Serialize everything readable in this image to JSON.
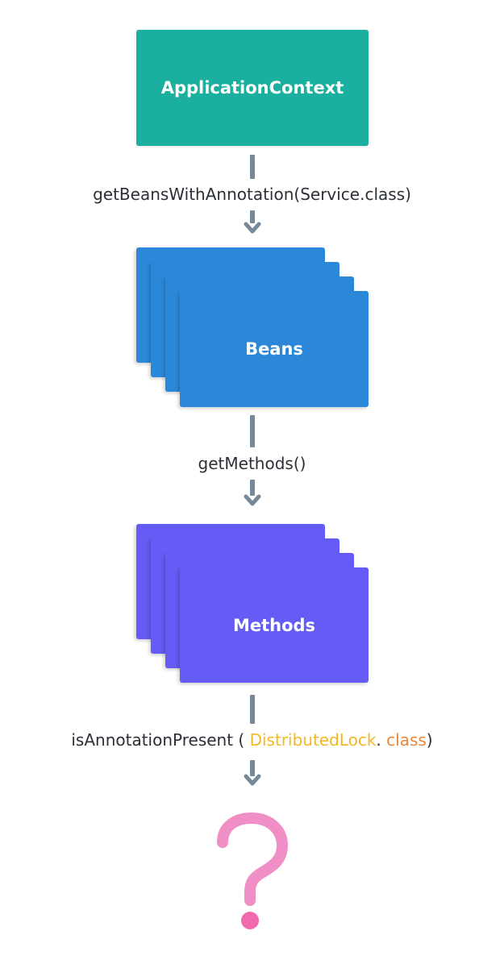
{
  "nodes": {
    "application_context": {
      "label": "ApplicationContext",
      "color": "#1aaf9e"
    },
    "beans": {
      "label": "Beans",
      "color": "#2b88d8",
      "stacked": true
    },
    "methods": {
      "label": "Methods",
      "color": "#655cf5",
      "stacked": true
    },
    "result": {
      "label": "?",
      "color": "#f08ec6",
      "dot_color": "#f26aae"
    }
  },
  "edges": [
    {
      "from": "application_context",
      "to": "beans",
      "label": "getBeansWithAnnotation(Service.class)"
    },
    {
      "from": "beans",
      "to": "methods",
      "label": "getMethods()"
    },
    {
      "from": "methods",
      "to": "result",
      "label_parts": {
        "prefix": "isAnnotationPresent ( ",
        "annotation": "DistributedLock",
        "dot": ". ",
        "keyword": "class",
        "suffix": ")"
      },
      "annotation_color": "#f2b822",
      "keyword_color": "#e8873a"
    }
  ],
  "colors": {
    "connector": "#778899",
    "label_text": "#2b2f36"
  }
}
